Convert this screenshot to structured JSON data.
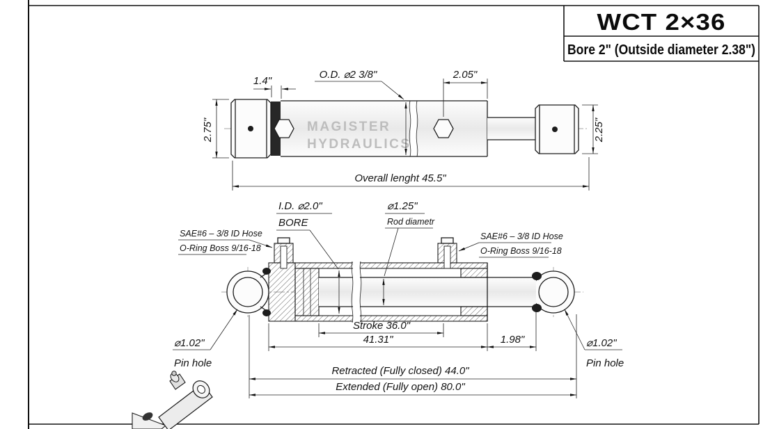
{
  "title_block": {
    "model": "WCT 2×36",
    "subtitle": "Bore 2\" (Outside diameter 2.38\")"
  },
  "watermark": {
    "line1": "MAGISTER",
    "line2": "HYDRAULICS"
  },
  "top_view": {
    "dim_tube_width": "1.4\"",
    "od_label": "O.D. ⌀2 3/8\"",
    "dim_port_offset": "2.05\"",
    "dim_left_height": "2.75\"",
    "dim_right_height": "2.25\"",
    "dim_overall": "Overall lenght 45.5\""
  },
  "section_view": {
    "id_label": "I.D. ⌀2.0\"",
    "bore_label": "BORE",
    "rod_dia_label": "⌀1.25\"",
    "rod_name_label": "Rod diametr",
    "sae_left_line1": "SAE#6 – 3/8 ID Hose",
    "sae_left_line2": "O-Ring Boss 9/16-18",
    "sae_right_line1": "SAE#6 – 3/8 ID Hose",
    "sae_right_line2": "O-Ring Boss 9/16-18",
    "dim_stroke": "Stroke 36.0\"",
    "dim_tube_length": "41.31\"",
    "dim_rod_extend": "1.98\"",
    "pin_left_dia": "⌀1.02\"",
    "pin_left_label": "Pin hole",
    "pin_right_dia": "⌀1.02\"",
    "pin_right_label": "Pin hole",
    "dim_retracted": "Retracted (Fully closed) 44.0\"",
    "dim_extended": "Extended (Fully open) 80.0\""
  }
}
